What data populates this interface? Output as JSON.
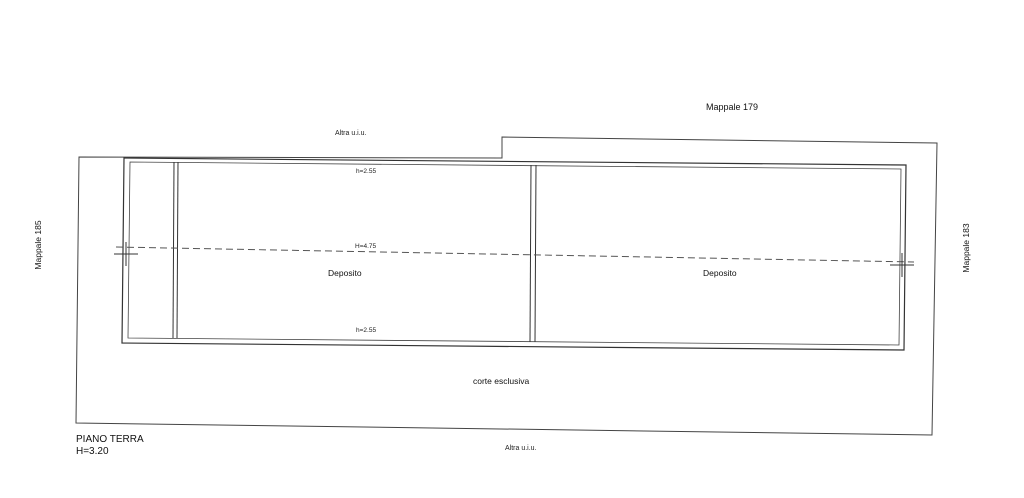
{
  "plan": {
    "neighbors": {
      "top_right": "Mappale 179",
      "left": "Mappale 185",
      "right": "Mappale 183",
      "top_center": "Altra u.i.u.",
      "bottom_center": "Altra u.i.u."
    },
    "rooms": [
      {
        "label": "Deposito"
      },
      {
        "label": "Deposito"
      }
    ],
    "heights": {
      "top": "h=2.55",
      "ridge": "H=4.75",
      "bottom": "h=2.55"
    },
    "courtyard": "corte esclusiva",
    "floor": {
      "name": "PIANO TERRA",
      "height": "H=3.20"
    }
  }
}
